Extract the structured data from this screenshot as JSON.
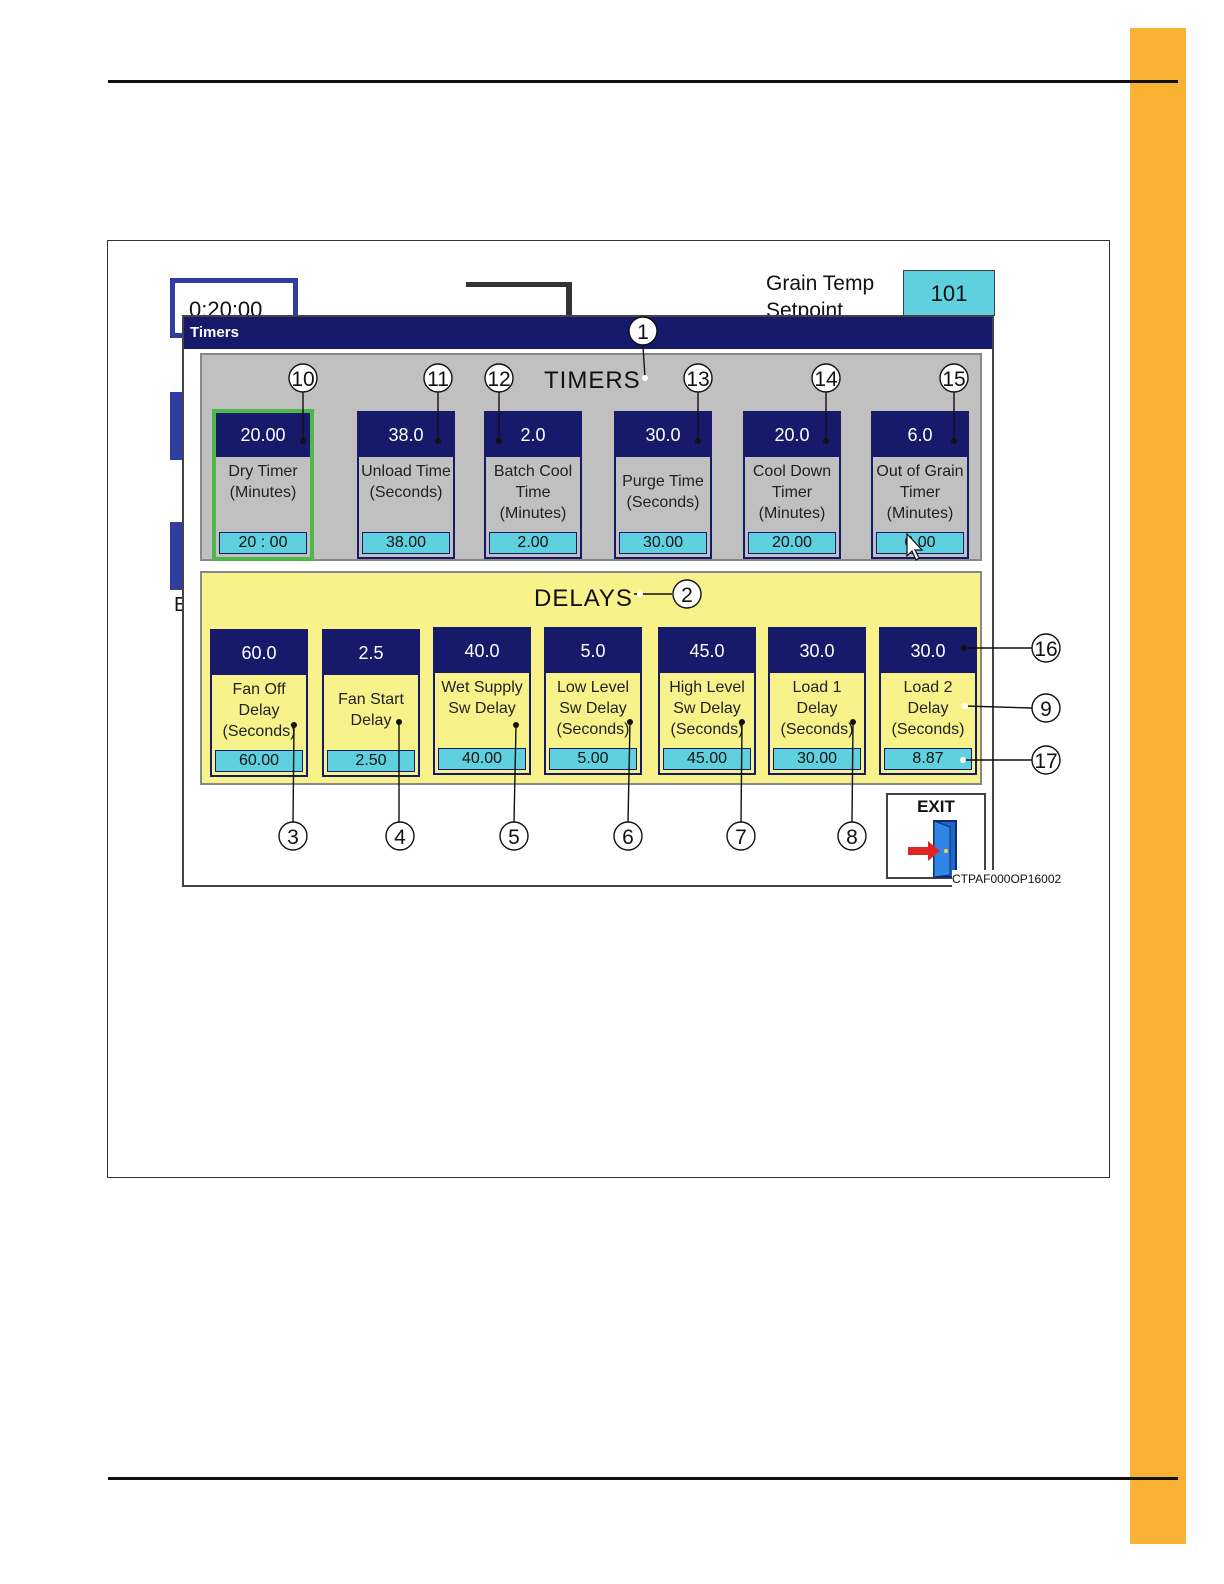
{
  "figure": {
    "code": "CTPAF000OP16002"
  },
  "background": {
    "clock": "0:20:00",
    "grain_temp_label": "Grain Temp Setpoint",
    "grain_temp_value": "101",
    "side_letter": "E"
  },
  "dialog": {
    "title": "Timers",
    "timers_heading": "TIMERS",
    "delays_heading": "DELAYS",
    "exit_label": "EXIT",
    "timers": [
      {
        "setpoint": "20.00",
        "label": "Dry Timer (Minutes)",
        "actual": "20 : 00"
      },
      {
        "setpoint": "38.0",
        "label": "Unload Time (Seconds)",
        "actual": "38.00"
      },
      {
        "setpoint": "2.0",
        "label": "Batch Cool Time (Minutes)",
        "actual": "2.00"
      },
      {
        "setpoint": "30.0",
        "label": "Purge Time (Seconds)",
        "actual": "30.00"
      },
      {
        "setpoint": "20.0",
        "label": "Cool Down Timer (Minutes)",
        "actual": "20.00"
      },
      {
        "setpoint": "6.0",
        "label": "Out of Grain Timer (Minutes)",
        "actual": "6.00"
      }
    ],
    "delays": [
      {
        "setpoint": "60.0",
        "label": "Fan Off Delay (Seconds)",
        "actual": "60.00"
      },
      {
        "setpoint": "2.5",
        "label": "Fan Start Delay",
        "actual": "2.50"
      },
      {
        "setpoint": "40.0",
        "label": "Wet Supply Sw Delay",
        "actual": "40.00"
      },
      {
        "setpoint": "5.0",
        "label": "Low Level Sw Delay (Seconds)",
        "actual": "5.00"
      },
      {
        "setpoint": "45.0",
        "label": "High Level Sw Delay (Seconds)",
        "actual": "45.00"
      },
      {
        "setpoint": "30.0",
        "label": "Load 1 Delay (Seconds)",
        "actual": "30.00"
      },
      {
        "setpoint": "30.0",
        "label": "Load 2 Delay (Seconds)",
        "actual": "8.87"
      }
    ]
  },
  "callouts": [
    "1",
    "2",
    "3",
    "4",
    "5",
    "6",
    "7",
    "8",
    "9",
    "10",
    "11",
    "12",
    "13",
    "14",
    "15",
    "16",
    "17"
  ],
  "colors": {
    "side_tab": "#f9b234",
    "dialog_blue": "#17196a",
    "actual_cyan": "#5fd0dd",
    "delay_yellow": "#f7f28a",
    "timer_gray": "#c0c0c0",
    "selected_green": "#4fb84a"
  }
}
